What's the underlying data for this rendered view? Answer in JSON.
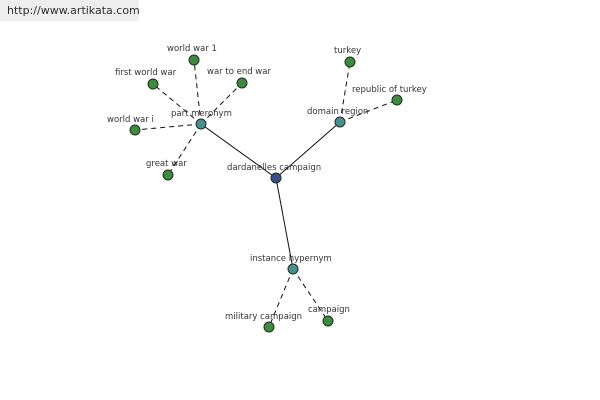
{
  "header": {
    "url": "http://www.artikata.com"
  },
  "colors": {
    "center_node": "#3a4f86",
    "relation_node": "#4a8f8f",
    "leaf_node": "#3f8a3f",
    "node_stroke": "#1f2f1f",
    "solid_edge": "#111111",
    "dashed_edge": "#111111",
    "label": "#333333"
  },
  "graph": {
    "nodes": {
      "center": {
        "label": "dardanelles campaign",
        "kind": "center"
      },
      "part_meronym": {
        "label": "part meronym",
        "kind": "relation"
      },
      "domain_region": {
        "label": "domain region",
        "kind": "relation"
      },
      "instance_hypernym": {
        "label": "instance hypernym",
        "kind": "relation"
      },
      "world_war_1": {
        "label": "world war 1",
        "kind": "leaf"
      },
      "first_world_war": {
        "label": "first world war",
        "kind": "leaf"
      },
      "war_to_end_war": {
        "label": "war to end war",
        "kind": "leaf"
      },
      "world_war_i": {
        "label": "world war i",
        "kind": "leaf"
      },
      "great_war": {
        "label": "great war",
        "kind": "leaf"
      },
      "turkey": {
        "label": "turkey",
        "kind": "leaf"
      },
      "republic_of_turkey": {
        "label": "republic of turkey",
        "kind": "leaf"
      },
      "military_campaign": {
        "label": "military campaign",
        "kind": "leaf"
      },
      "campaign": {
        "label": "campaign",
        "kind": "leaf"
      }
    },
    "edges": [
      {
        "from": "center",
        "to": "part_meronym",
        "style": "solid"
      },
      {
        "from": "center",
        "to": "domain_region",
        "style": "solid"
      },
      {
        "from": "center",
        "to": "instance_hypernym",
        "style": "solid"
      },
      {
        "from": "part_meronym",
        "to": "world_war_1",
        "style": "dashed"
      },
      {
        "from": "part_meronym",
        "to": "first_world_war",
        "style": "dashed"
      },
      {
        "from": "part_meronym",
        "to": "war_to_end_war",
        "style": "dashed"
      },
      {
        "from": "part_meronym",
        "to": "world_war_i",
        "style": "dashed"
      },
      {
        "from": "part_meronym",
        "to": "great_war",
        "style": "dashed"
      },
      {
        "from": "domain_region",
        "to": "turkey",
        "style": "dashed"
      },
      {
        "from": "domain_region",
        "to": "republic_of_turkey",
        "style": "dashed"
      },
      {
        "from": "instance_hypernym",
        "to": "military_campaign",
        "style": "dashed"
      },
      {
        "from": "instance_hypernym",
        "to": "campaign",
        "style": "dashed"
      }
    ]
  }
}
